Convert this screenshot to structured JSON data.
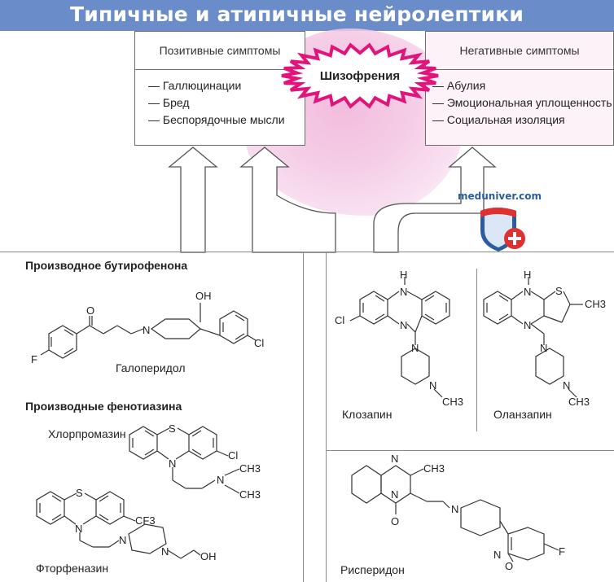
{
  "title": "Типичные и атипичные нейролептики",
  "center_label": "Шизофрения",
  "positive": {
    "heading": "Позитивные симптомы",
    "items": [
      "Галлюцинации",
      "Бред",
      "Беспорядочные мысли"
    ]
  },
  "negative": {
    "heading": "Негативные симптомы",
    "items": [
      "Абулия",
      "Эмоциональная уплощенность",
      "Социальная изоляция"
    ]
  },
  "typical": {
    "butyrophenone_heading": "Производное бутирофенона",
    "haloperidol": "Галоперидол",
    "phenothiazine_heading": "Производные фенотиазина",
    "chlorpromazine": "Хлорпромазин",
    "fluphenazine": "Фторфеназин"
  },
  "atypical": {
    "clozapine": "Клозапин",
    "olanzapine": "Оланзапин",
    "risperidone": "Рисперидон"
  },
  "atoms": {
    "O": "O",
    "OH": "OH",
    "N": "N",
    "F": "F",
    "Cl": "Cl",
    "H": "H",
    "S": "S",
    "CH3": "CH3",
    "CF3": "CF3"
  },
  "watermark": "meduniver.com",
  "colors": {
    "title_bar": "#6a8cc8",
    "brain": "#f3c4e1",
    "star_stroke": "#e0147a",
    "logo_blue": "#2a5d9f",
    "logo_red": "#e03131"
  }
}
